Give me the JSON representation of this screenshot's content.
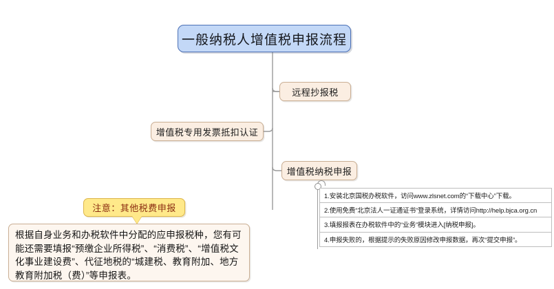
{
  "diagram": {
    "type": "mindmap",
    "root": {
      "label": "一般纳税人增值税申报流程",
      "fill": "#c3d8f7",
      "border": "#4a6fb5"
    },
    "branches": [
      {
        "id": "remote",
        "label": "远程抄报税",
        "fill": "#fbeee2",
        "border": "#c9ae93"
      },
      {
        "id": "invoice",
        "label": "增值税专用发票抵扣认证",
        "fill": "#fbeee2",
        "border": "#c9ae93"
      },
      {
        "id": "declare",
        "label": "增值税纳税申报",
        "fill": "#fbeee2",
        "border": "#c9ae93"
      }
    ],
    "details": [
      {
        "label": "1.安装北京国税办税软件，访问www.zlsnet.com的“下载中心”下载。"
      },
      {
        "label": "2.使用免费“北京法人一证通证书”登录系统，详情访问http://help.bjca.org.cn"
      },
      {
        "label": "3.填报报表在办税软件中的“业务”模块进入[纳税申报]。"
      },
      {
        "label": "4.申报失败的，根据提示的失败原因修改申报数据，再次“提交申报”。"
      }
    ],
    "note": {
      "title": "注意：其他税费申报",
      "title_color": "#8a2b10",
      "title_fill": "#ffe98a",
      "body": "根据自身业务和办税软件中分配的应申报税种，您有可能还需要填报“预缴企业所得税”、“消费税”、“增值税文化事业建设费”、代征地税的“城建税、教育附加、地方教育附加税（费）”等申报表。",
      "body_fill": "#fdf6ef"
    },
    "connector_color": "#9a9a9a"
  }
}
